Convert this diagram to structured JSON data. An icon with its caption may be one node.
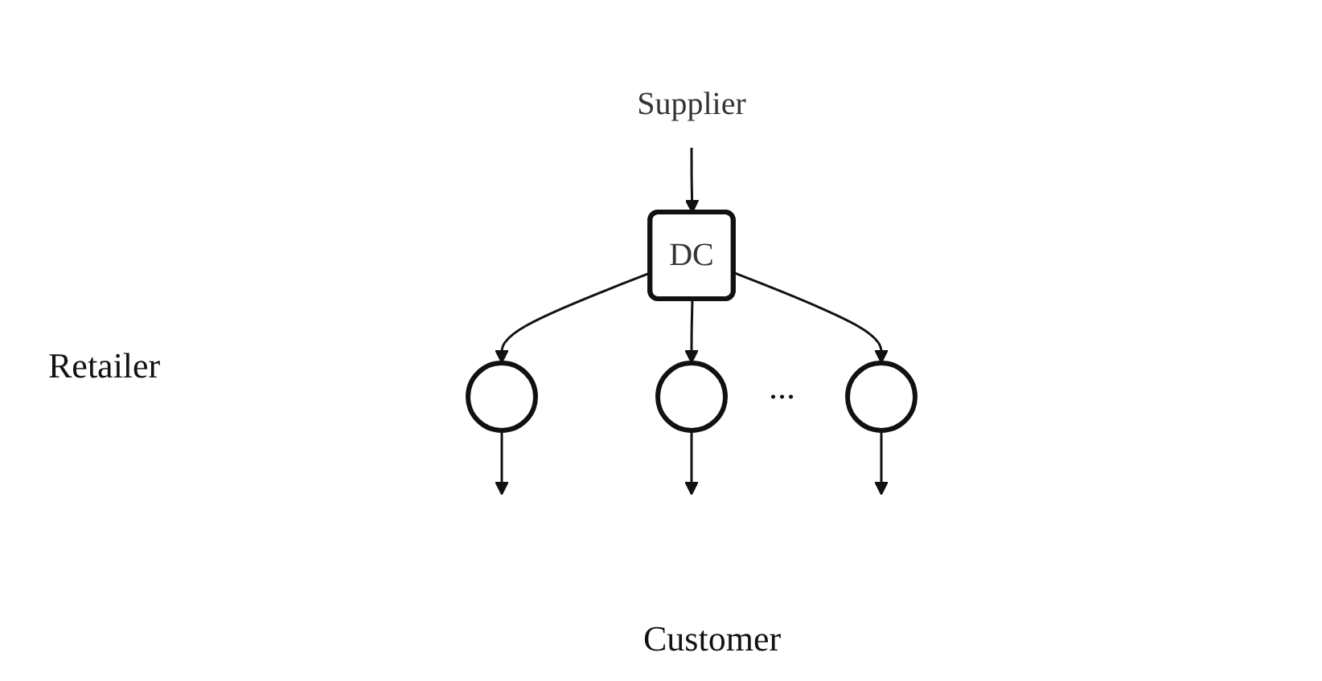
{
  "diagram": {
    "nodes": [
      {
        "text": [
          "Supplier"
        ]
      },
      {
        "text": [
          "DC"
        ]
      },
      {
        "text": [],
        "shape": "circle"
      },
      {
        "text": [],
        "shape": "circle"
      },
      {
        "text": [],
        "shape": "circle"
      }
    ],
    "edges": [
      {
        "from": 0,
        "to": 1,
        "arrow": "to"
      },
      {
        "from": 1,
        "to": 2,
        "arrow": "to"
      },
      {
        "from": 1,
        "to": 3,
        "arrow": "to"
      },
      {
        "from": 1,
        "to": 4,
        "arrow": "to"
      },
      {
        "from": 2,
        "to": null,
        "arrow": "to"
      },
      {
        "from": 3,
        "to": null,
        "arrow": "to"
      },
      {
        "from": 4,
        "to": null,
        "arrow": "to"
      }
    ],
    "labels": [
      "Retailer",
      "...",
      "Customer"
    ]
  }
}
